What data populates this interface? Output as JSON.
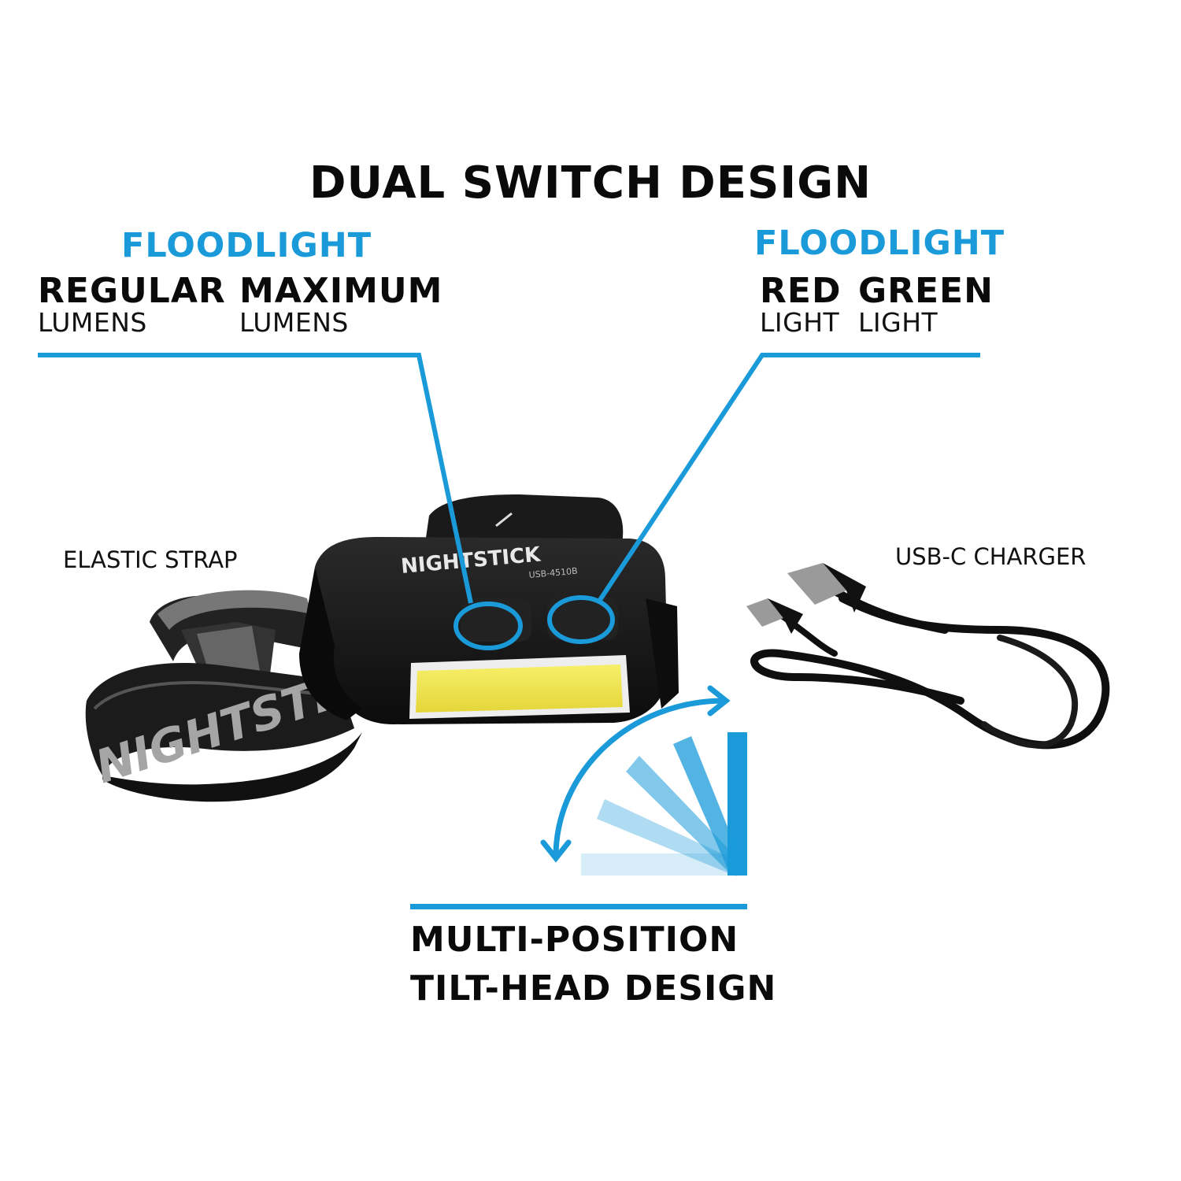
{
  "header": {
    "title": "DUAL SWITCH DESIGN"
  },
  "left_switch": {
    "heading": "FLOODLIGHT",
    "modes": [
      {
        "name": "REGULAR",
        "sub": "LUMENS"
      },
      {
        "name": "MAXIMUM",
        "sub": "LUMENS"
      }
    ]
  },
  "right_switch": {
    "heading": "FLOODLIGHT",
    "modes": [
      {
        "name": "RED",
        "sub": "LIGHT"
      },
      {
        "name": "GREEN",
        "sub": "LIGHT"
      }
    ]
  },
  "callouts": {
    "strap": "ELASTIC STRAP",
    "charger": "USB-C CHARGER"
  },
  "tilt": {
    "line1": "MULTI-POSITION",
    "line2": "TILT-HEAD DESIGN"
  },
  "product": {
    "brand": "NIGHTSTICK",
    "model": "USB-4510B",
    "strap_brand": "NIGHTSTICK"
  },
  "colors": {
    "accent": "#1a9ad9",
    "led": "#f2e64a",
    "body": "#141414"
  },
  "icons": [
    "tilt-arrow-icon",
    "tilt-positions-icon"
  ]
}
